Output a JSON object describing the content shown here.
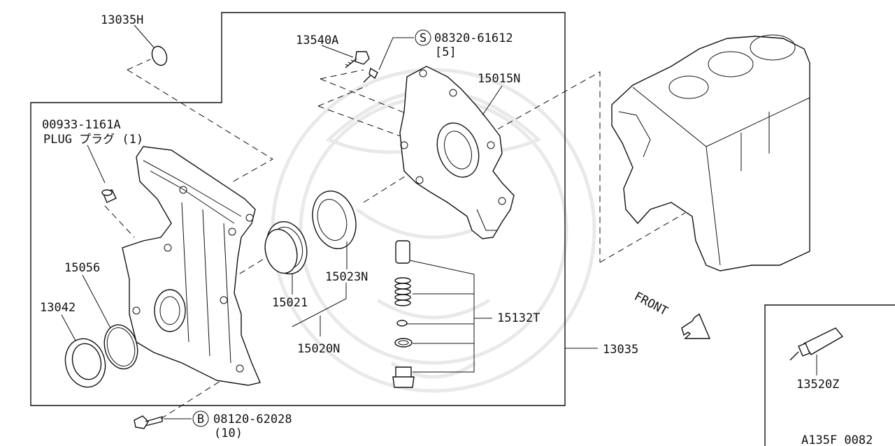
{
  "labels": {
    "p13035h": "13035H",
    "p13540a": "13540A",
    "p08320_code": "08320-61612",
    "p08320_qty": "[5]",
    "p15015n": "15015N",
    "p00933": "00933-1161A",
    "plug": "PLUG プラグ (1)",
    "p15056": "15056",
    "p13042": "13042",
    "p15021": "15021",
    "p15023n": "15023N",
    "p15020n": "15020N",
    "p15132t": "15132T",
    "p13035": "13035",
    "p08120_code": "08120-62028",
    "p08120_qty": "(10)",
    "front": "FRONT",
    "p13520z": "13520Z",
    "ref": "A135F 0082"
  },
  "markers": {
    "s": "S",
    "b": "B"
  }
}
